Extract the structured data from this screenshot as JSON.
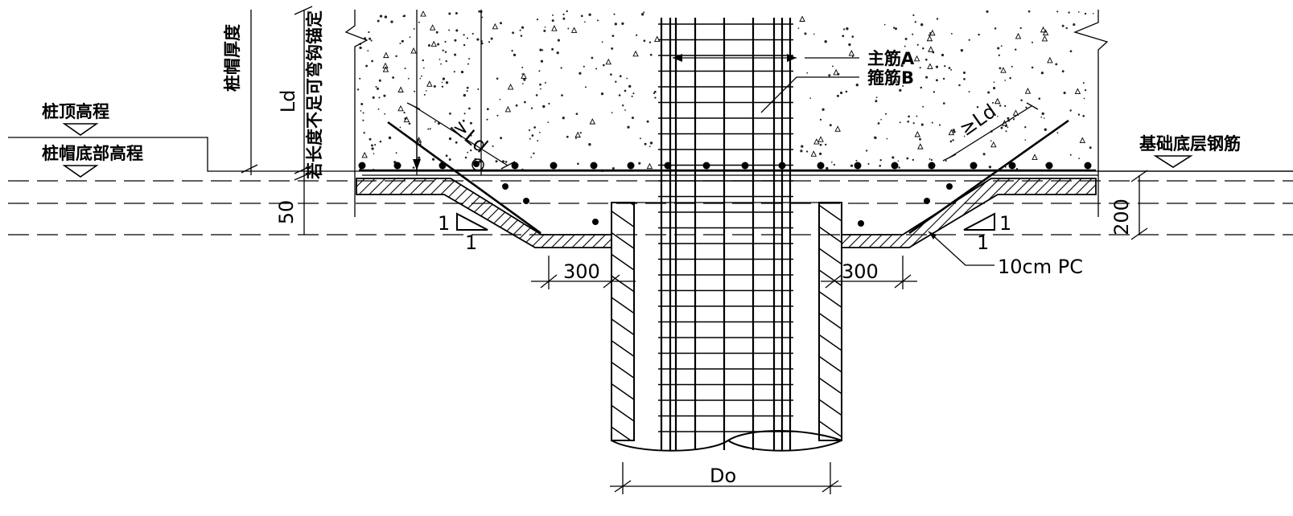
{
  "labels": {
    "pile_top_elev": "桩顶高程",
    "cap_bottom_elev": "桩帽底部高程",
    "cap_thickness": "桩帽厚度",
    "anchor_note": "若长度不足可弯钩锚定",
    "ld": "Ld",
    "ld_slope_left": "≥Ld",
    "ld_slope_right": "≥Ld",
    "main_bar": "主筋A",
    "stirrup": "箍筋B",
    "base_rebar": "基础底层钢筋",
    "dim_50": "50",
    "dim_200": "200",
    "dim_300_left": "300",
    "dim_300_right": "300",
    "slope_rise_left": "1",
    "slope_run_left": "1",
    "slope_rise_right": "1",
    "slope_run_right": "1",
    "pc_note": "10cm  PC",
    "do_dim": "Do"
  }
}
